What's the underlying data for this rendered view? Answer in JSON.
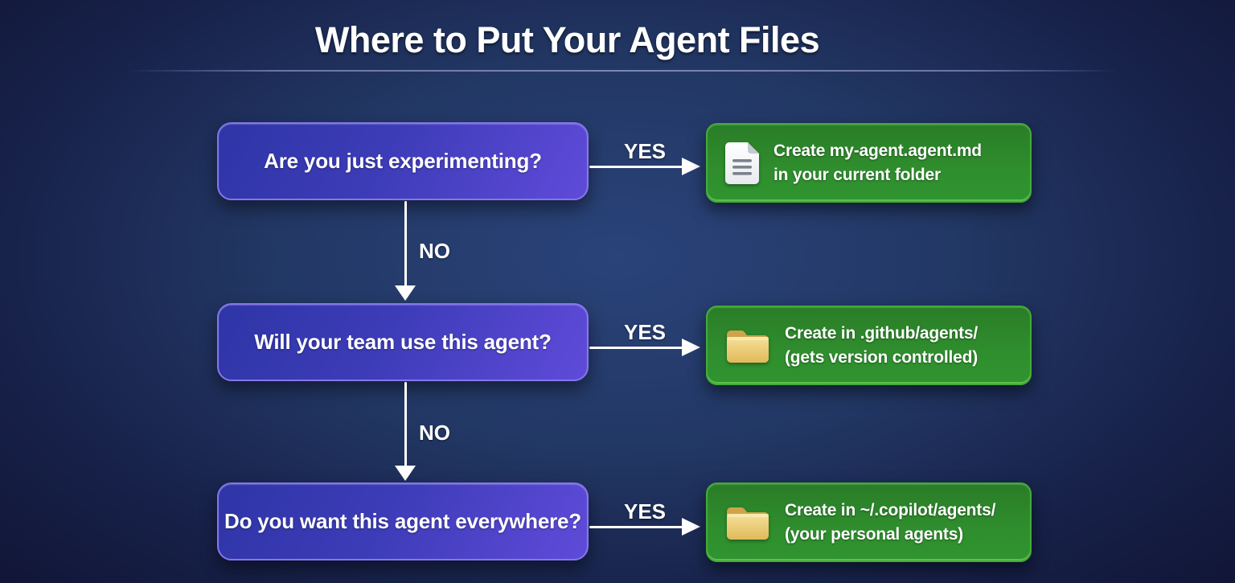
{
  "title": "Where to Put Your Agent Files",
  "flow": {
    "rows": [
      {
        "question": "Are you just experimenting?",
        "yes_label": "YES",
        "no_label": "NO",
        "result": {
          "icon": "document-icon",
          "line1": "Create my-agent.agent.md",
          "line2": "in your current folder"
        }
      },
      {
        "question": "Will your team use this agent?",
        "yes_label": "YES",
        "no_label": "NO",
        "result": {
          "icon": "folder-icon",
          "line1": "Create in .github/agents/",
          "line2": "(gets version controlled)"
        }
      },
      {
        "question": "Do you want this agent everywhere?",
        "yes_label": "YES",
        "result": {
          "icon": "folder-icon",
          "line1": "Create in ~/.copilot/agents/",
          "line2": "(your personal agents)"
        }
      }
    ]
  },
  "colors": {
    "background_center": "#2a4379",
    "background_edge": "#0f1231",
    "question_box_gradient_start": "#2e35a6",
    "question_box_gradient_end": "#5f4bd9",
    "question_box_border": "#8576ea",
    "result_box_gradient_start": "#2a7c27",
    "result_box_gradient_end": "#2f9430",
    "result_box_border": "#42ab36",
    "arrow": "#ffffff",
    "title_text": "#ffffff",
    "folder_icon": "#eccb6e",
    "document_icon": "#f4f6f8"
  }
}
